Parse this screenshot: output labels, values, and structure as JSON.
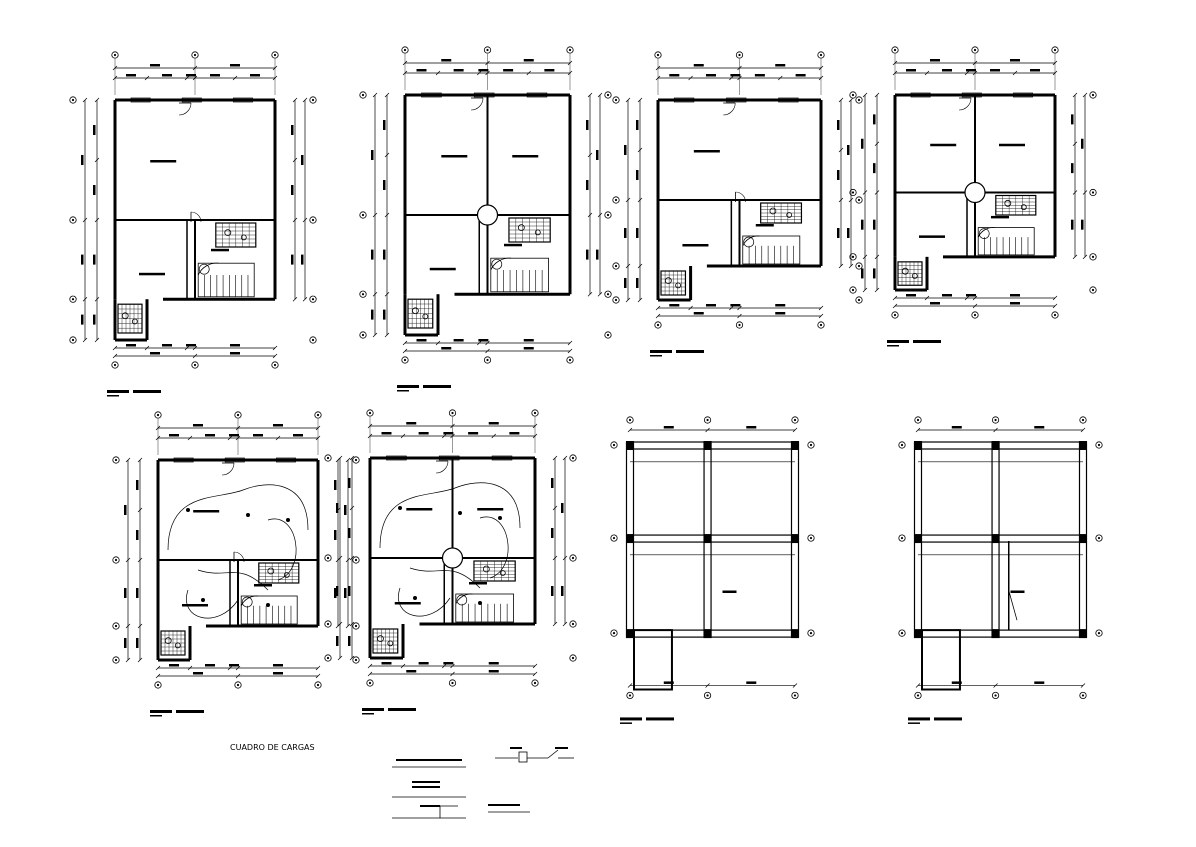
{
  "sheet": {
    "background": "#ffffff",
    "line_color": "#000000",
    "load_table_title": "CUADRO DE CARGAS"
  },
  "plans": [
    {
      "id": "plan-1",
      "kind": "architectural-ground"
    },
    {
      "id": "plan-2",
      "kind": "architectural-upper"
    },
    {
      "id": "plan-3",
      "kind": "architectural-ground"
    },
    {
      "id": "plan-4",
      "kind": "architectural-upper"
    },
    {
      "id": "plan-5",
      "kind": "electrical-ground"
    },
    {
      "id": "plan-6",
      "kind": "electrical-upper"
    },
    {
      "id": "plan-7",
      "kind": "structural-frame"
    },
    {
      "id": "plan-8",
      "kind": "structural-frame"
    }
  ],
  "icons": {
    "grid_bubble": "grid-axis-bubble-icon",
    "stair": "spiral-stair-icon",
    "door": "door-swing-icon",
    "meter": "electric-meter-icon",
    "diagram": "single-line-diagram-icon"
  }
}
